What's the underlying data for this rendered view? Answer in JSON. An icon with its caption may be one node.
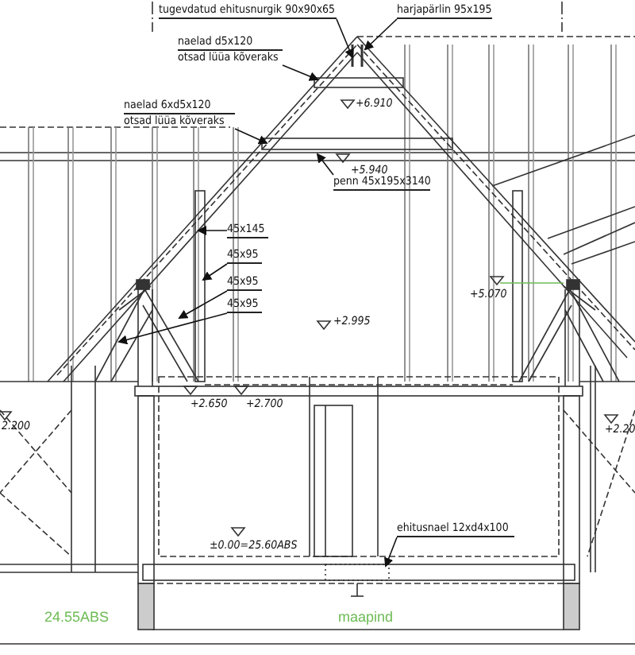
{
  "diagram": {
    "nodes": [
      {
        "text": [
          "tugevdatud ehitusnurgik 90x90x65"
        ]
      },
      {
        "text": [
          "harjapärlin 95x195"
        ]
      },
      {
        "text": [
          "naelad d5x120",
          "otsad lüüa kõveraks"
        ]
      },
      {
        "text": [
          "naelad 6xd5x120",
          "otsad lüüa kõveraks"
        ]
      },
      {
        "text": [
          "penn 45x195x3140"
        ]
      },
      {
        "text": [
          "45x145"
        ]
      },
      {
        "text": [
          "45x95"
        ]
      },
      {
        "text": [
          "45x95"
        ]
      },
      {
        "text": [
          "45x95"
        ]
      },
      {
        "text": [
          "ehitusnael 12xd4x100"
        ]
      }
    ],
    "edges": [
      {
        "from": 0,
        "to": null,
        "arrow": "to"
      },
      {
        "from": 1,
        "to": null,
        "arrow": "to"
      },
      {
        "from": 2,
        "to": null,
        "arrow": "to"
      },
      {
        "from": 3,
        "to": null,
        "arrow": "to"
      },
      {
        "from": 4,
        "to": null,
        "arrow": "to"
      },
      {
        "from": 5,
        "to": null,
        "arrow": "to"
      },
      {
        "from": 6,
        "to": null,
        "arrow": "to"
      },
      {
        "from": 7,
        "to": null,
        "arrow": "to"
      },
      {
        "from": 8,
        "to": null,
        "arrow": "to"
      },
      {
        "from": 9,
        "to": null,
        "arrow": "to"
      }
    ],
    "labels": [
      "+6.910",
      "+5.940",
      "+5.070",
      "+2.995",
      "2.200",
      "+2.650",
      "+2.700",
      "+2.20",
      "±0.00=25.60ABS",
      "24.55ABS",
      "maapind"
    ]
  }
}
